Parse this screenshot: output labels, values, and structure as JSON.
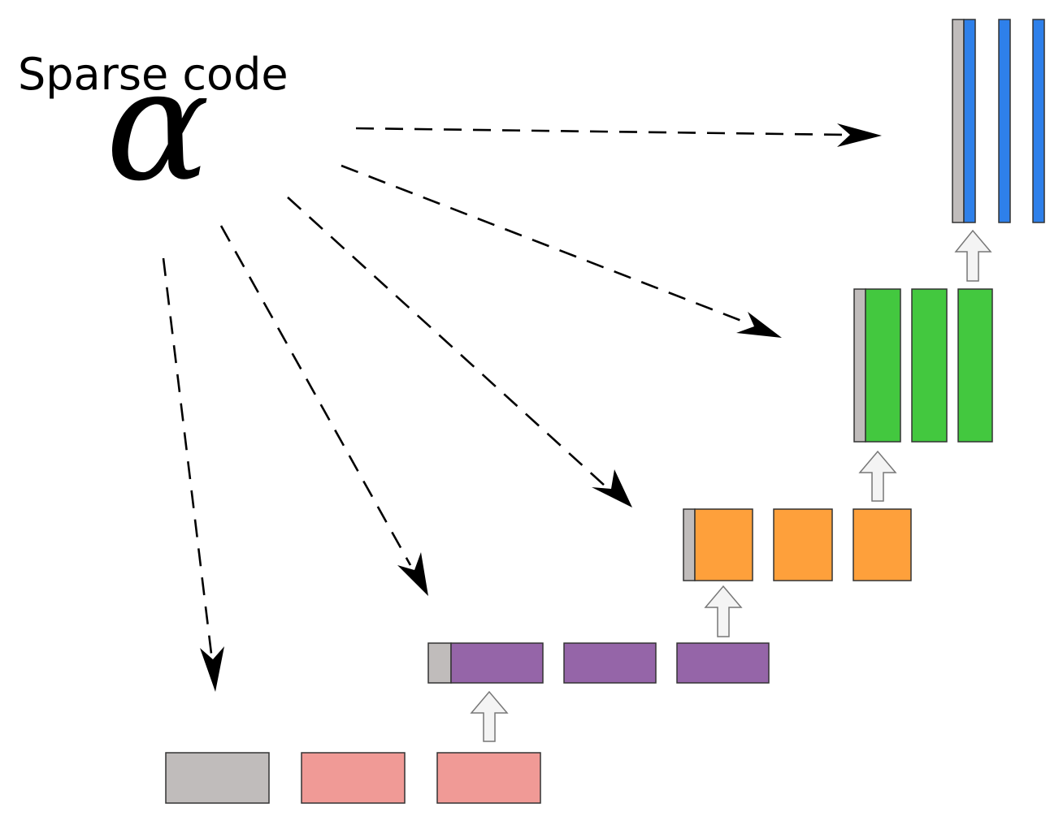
{
  "title": "Sparse code",
  "symbol": "α",
  "colors": {
    "gray": "#c0bcbb",
    "pink": "#f09a96",
    "purple": "#9565a8",
    "orange": "#fea03b",
    "green": "#43c83f",
    "blue": "#2e80ea",
    "arrow_fill": "#f4f4f4"
  },
  "levels": [
    {
      "name": "level-1",
      "color": "pink",
      "blocks": 3,
      "gray_slot": "full"
    },
    {
      "name": "level-2",
      "color": "purple",
      "blocks": 3,
      "gray_slot": "partial"
    },
    {
      "name": "level-3",
      "color": "orange",
      "blocks": 3,
      "gray_slot": "partial"
    },
    {
      "name": "level-4",
      "color": "green",
      "blocks": 3,
      "gray_slot": "partial"
    },
    {
      "name": "level-5",
      "color": "blue",
      "blocks": 3,
      "gray_slot": "partial"
    }
  ]
}
